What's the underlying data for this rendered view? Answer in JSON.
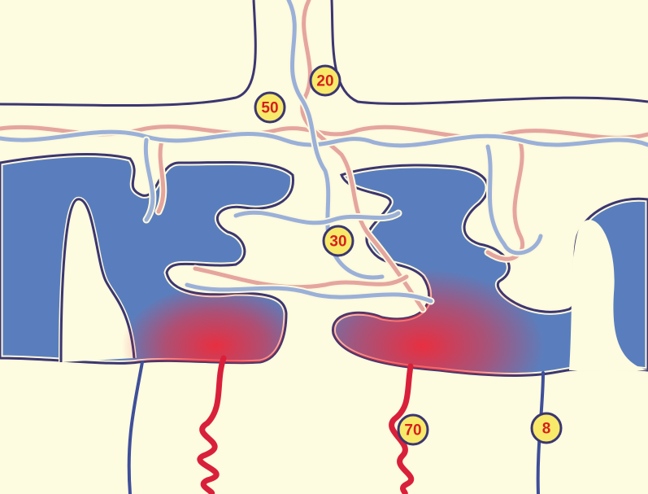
{
  "colors": {
    "background": "#fdfbe0",
    "tissue_blue": "#5a7ebd",
    "outline_dark": "#3b3670",
    "outline_light": "#fdf9de",
    "vessel_blue": "#9ab0d8",
    "vessel_pink": "#e5a59f",
    "red_vessel": "#d9203a",
    "navy_vessel": "#3f4f9a",
    "badge_fill": "#f8e96a",
    "badge_text": "#d41f1f",
    "glow_red": "#ef2b3a"
  },
  "labels": [
    {
      "id": "label-50",
      "text": "50"
    },
    {
      "id": "label-20",
      "text": "20"
    },
    {
      "id": "label-30",
      "text": "30"
    },
    {
      "id": "label-70",
      "text": "70"
    },
    {
      "id": "label-8",
      "text": "8"
    }
  ]
}
